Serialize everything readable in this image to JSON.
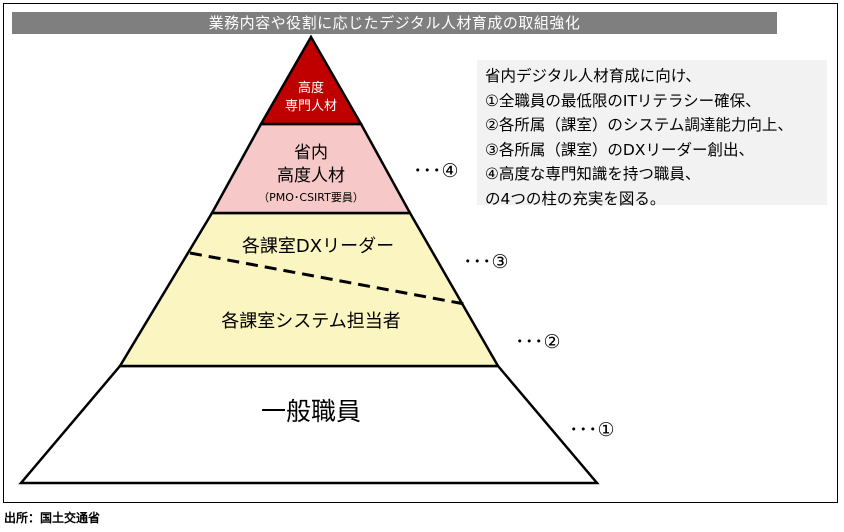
{
  "title": "業務内容や役割に応じたデジタル人材育成の取組強化",
  "pyramid": {
    "tier_top": {
      "line1": "高度",
      "line2": "専門人材"
    },
    "tier_ministry": {
      "line1": "省内",
      "line2": "高度人材",
      "line3": "（PMO･CSIRT要員）"
    },
    "tier_dx": {
      "label": "各課室DXリーダー"
    },
    "tier_system": {
      "label": "各課室システム担当者"
    },
    "tier_general": {
      "label": "一般職員"
    }
  },
  "markers": {
    "m4": "･･･④",
    "m3": "･･･③",
    "m2": "･･･②",
    "m1": "･･･①"
  },
  "note": [
    "省内デジタル人材育成に向け、",
    "①全職員の最低限のITリテラシー確保、",
    "②各所属（課室）のシステム調達能力向上、",
    "③各所属（課室）のDXリーダー創出、",
    "④高度な専門知識を持つ職員、",
    "の4つの柱の充実を図る。"
  ],
  "source": "出所：国土交通省",
  "colors": {
    "top_tier": "#c00000",
    "ministry_tier": "#f6c8c8",
    "middle_tiers": "#fbf5c2",
    "base_tier": "#ffffff",
    "title_bar": "#7f7f7f",
    "note_bg": "#f2f2f2"
  }
}
